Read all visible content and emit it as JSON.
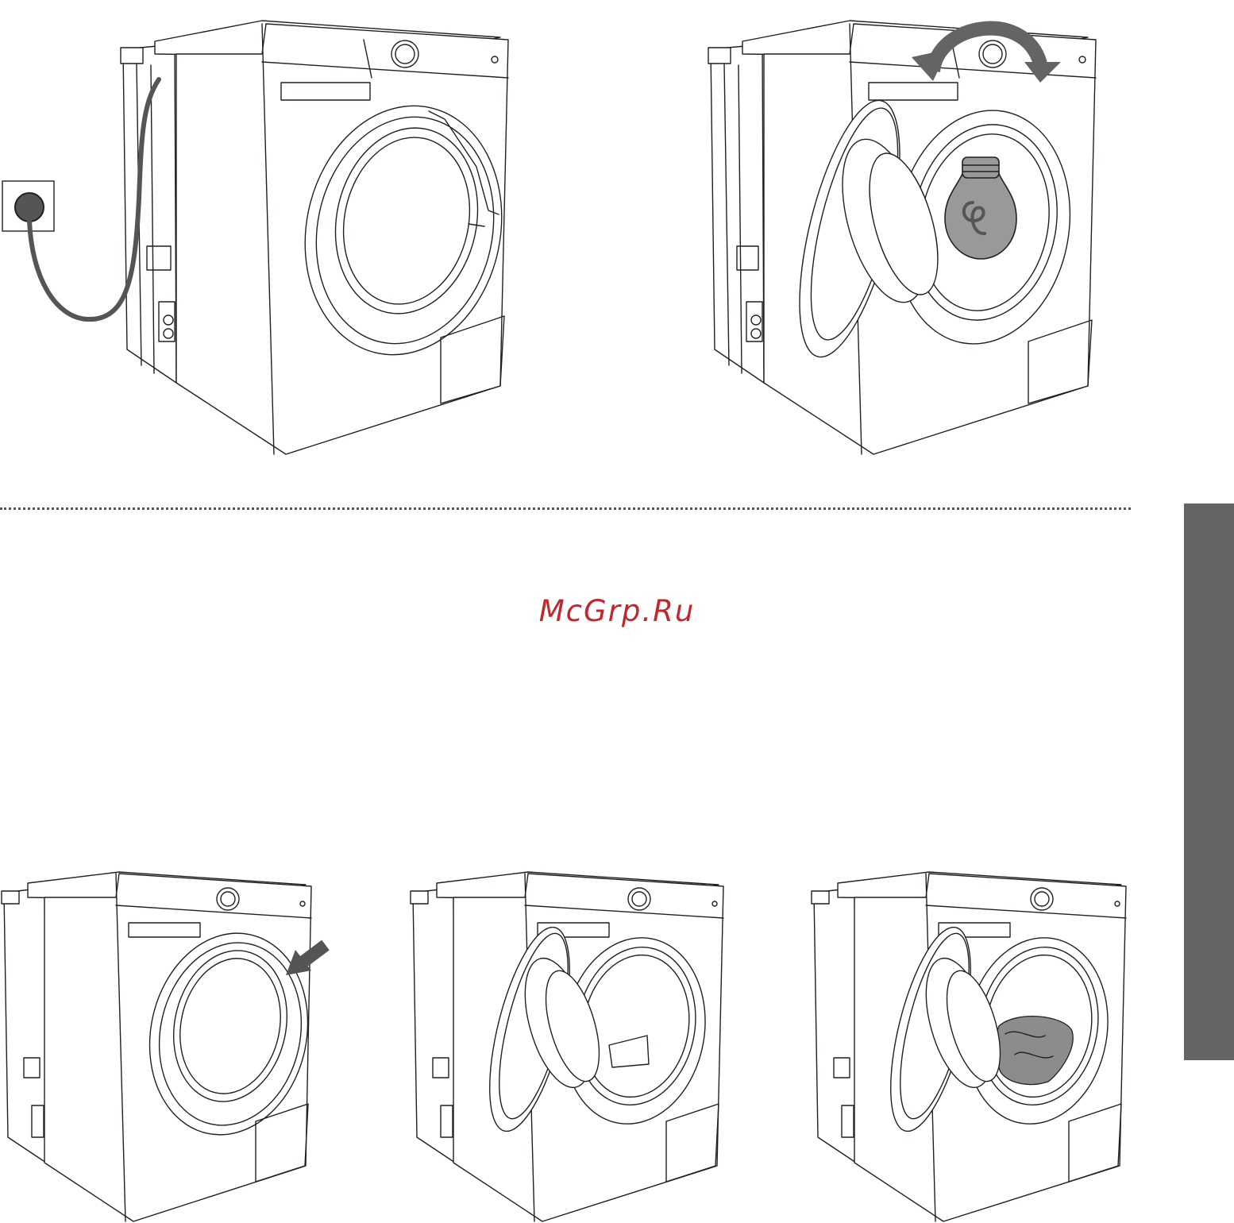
{
  "watermark": {
    "text": "McGrp.Ru",
    "color": "#c1272d"
  },
  "colors": {
    "ink": "#231f20",
    "grey": "#646464",
    "laundry": "#8c8c8c"
  },
  "illustrations": [
    {
      "id": "step-1",
      "icon": "plug-in-washing-machine-icon"
    },
    {
      "id": "step-2",
      "icon": "open-door-light-bulb-icon"
    },
    {
      "id": "step-3",
      "icon": "push-door-icon"
    },
    {
      "id": "step-4",
      "icon": "door-open-icon"
    },
    {
      "id": "step-5",
      "icon": "load-laundry-icon"
    }
  ]
}
